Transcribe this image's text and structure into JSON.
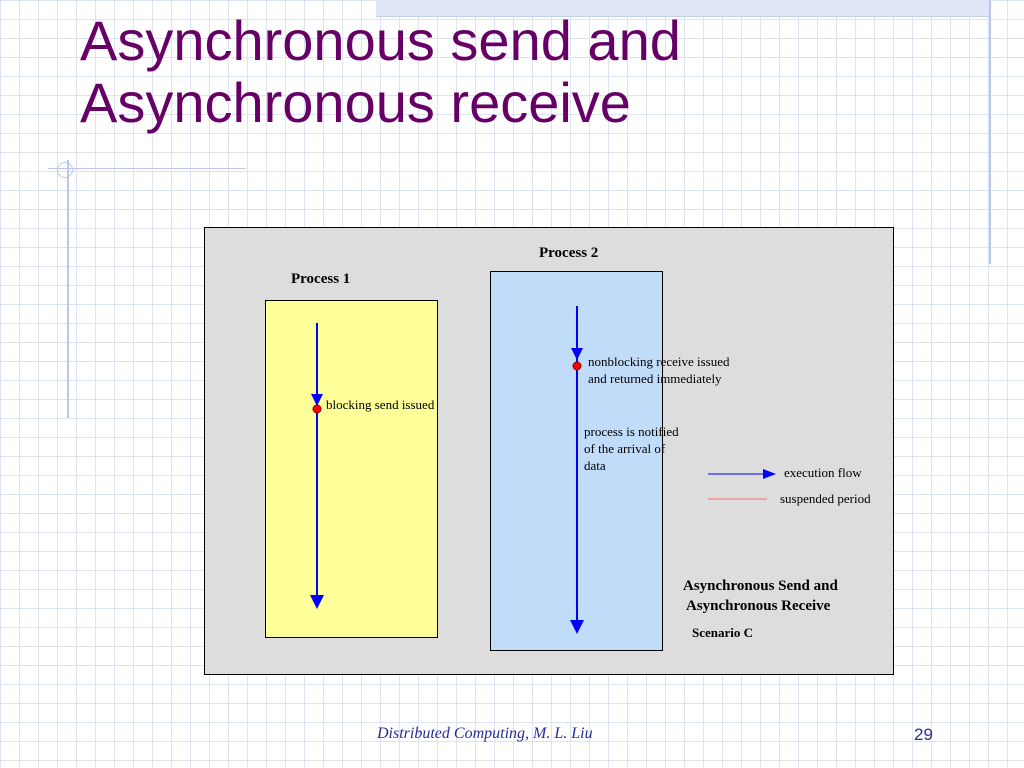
{
  "slide": {
    "title_line1": "Asynchronous send and",
    "title_line2": "Asynchronous receive",
    "footer": "Distributed Computing, M. L. Liu",
    "page_number": "29"
  },
  "diagram": {
    "process1": {
      "label": "Process 1",
      "event_label": "blocking send issued",
      "fill": "#ffff99"
    },
    "process2": {
      "label": "Process 2",
      "event_label_line1": "nonblocking receive issued",
      "event_label_line2": "and returned immediately",
      "notify_line1": "process is notified",
      "notify_line2": "of the arrival of",
      "notify_line3": "data",
      "fill": "#c0dcf8"
    },
    "legend": {
      "execution_flow": "execution flow",
      "suspended_period": "suspended period",
      "execution_color": "#0000ff",
      "suspended_color": "#ff0000"
    },
    "caption_line1": "Asynchronous Send and",
    "caption_line2": "Asynchronous Receive",
    "scenario": "Scenario C",
    "background": "#dddddd"
  },
  "colors": {
    "title": "#660066",
    "footer_text": "#2a2a9a",
    "accent_bar": "#8fa8dc"
  }
}
